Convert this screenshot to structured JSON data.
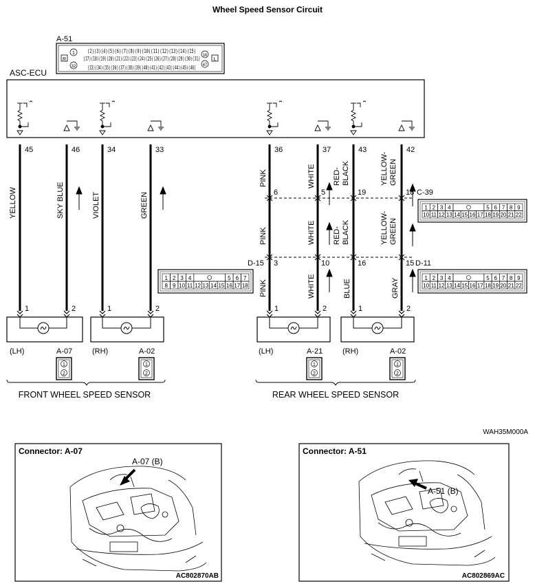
{
  "title": "Wheel Speed Sensor Circuit",
  "ecu": {
    "label": "ASC-ECU",
    "connector_id": "A-51",
    "connector_row1": "(2)(3)(4)(5)(6)(7)(8)(9)(10)(11)(12)(13)(14)(15)",
    "connector_row2": "(17)(18)(19)(20)(21)(22)(23)(24)(25)(26)(27)(28)(29)(30)(31)",
    "connector_row3": "(33)(34)(35)(36)(37)(38)(39)(40)(41)(42)(43)(44)(45)(46)",
    "pin_1": "1",
    "pin_32": "32",
    "pin_16": "16",
    "pin_47": "47",
    "mark_r": "R",
    "mark_l": "L"
  },
  "pins": {
    "p45": "45",
    "p46": "46",
    "p34": "34",
    "p33": "33",
    "p36": "36",
    "p37": "37",
    "p43": "43",
    "p42": "42"
  },
  "wires": {
    "yellow": "YELLOW",
    "sky_blue": "SKY BLUE",
    "violet": "VIOLET",
    "green": "GREEN",
    "pink": "PINK",
    "white": "WHITE",
    "red_black": "RED-\nBLACK",
    "yellow_green": "YELLOW-\nGREEN",
    "blue": "BLUE",
    "gray": "GRAY"
  },
  "c39": {
    "id": "C-39",
    "pins_row_numbers": [
      "6",
      "5",
      "19",
      "18"
    ],
    "row1": [
      "1",
      "2",
      "3",
      "4",
      "5",
      "6",
      "7",
      "8",
      "9"
    ],
    "row2": [
      "10",
      "11",
      "12",
      "13",
      "14",
      "15",
      "16",
      "17",
      "18",
      "19",
      "20",
      "21",
      "22"
    ]
  },
  "d15": {
    "id": "D-15",
    "pins": [
      "3",
      "10"
    ],
    "row1": [
      "1",
      "2",
      "3",
      "4",
      "5",
      "6",
      "7"
    ],
    "row2": [
      "8",
      "9",
      "10",
      "11",
      "12",
      "13",
      "14",
      "15",
      "16",
      "17",
      "18"
    ]
  },
  "d11": {
    "id": "D-11",
    "pins": [
      "16",
      "15"
    ],
    "row1": [
      "1",
      "2",
      "3",
      "4",
      "5",
      "6",
      "7",
      "8",
      "9"
    ],
    "row2": [
      "10",
      "11",
      "12",
      "13",
      "14",
      "15",
      "16",
      "17",
      "18",
      "19",
      "20",
      "21",
      "22"
    ]
  },
  "sensors": {
    "lh_front": "(LH)",
    "rh_front": "(RH)",
    "lh_rear": "(LH)",
    "rh_rear": "(RH)",
    "a07": "A-07",
    "a02_front": "A-02",
    "a21": "A-21",
    "a02_rear": "A-02",
    "pin1": "1",
    "pin2": "2",
    "plug_1": "1",
    "plug_2": "2"
  },
  "groups": {
    "front": "FRONT WHEEL SPEED SENSOR",
    "rear": "REAR WHEEL SPEED SENSOR"
  },
  "doc_code": "WAH35M000A",
  "panels": [
    {
      "title": "Connector: A-07",
      "callout": "A-07 (B)",
      "code": "AC802870AB"
    },
    {
      "title": "Connector: A-51",
      "callout": "A-51 (B)",
      "code": "AC802869AC"
    }
  ]
}
